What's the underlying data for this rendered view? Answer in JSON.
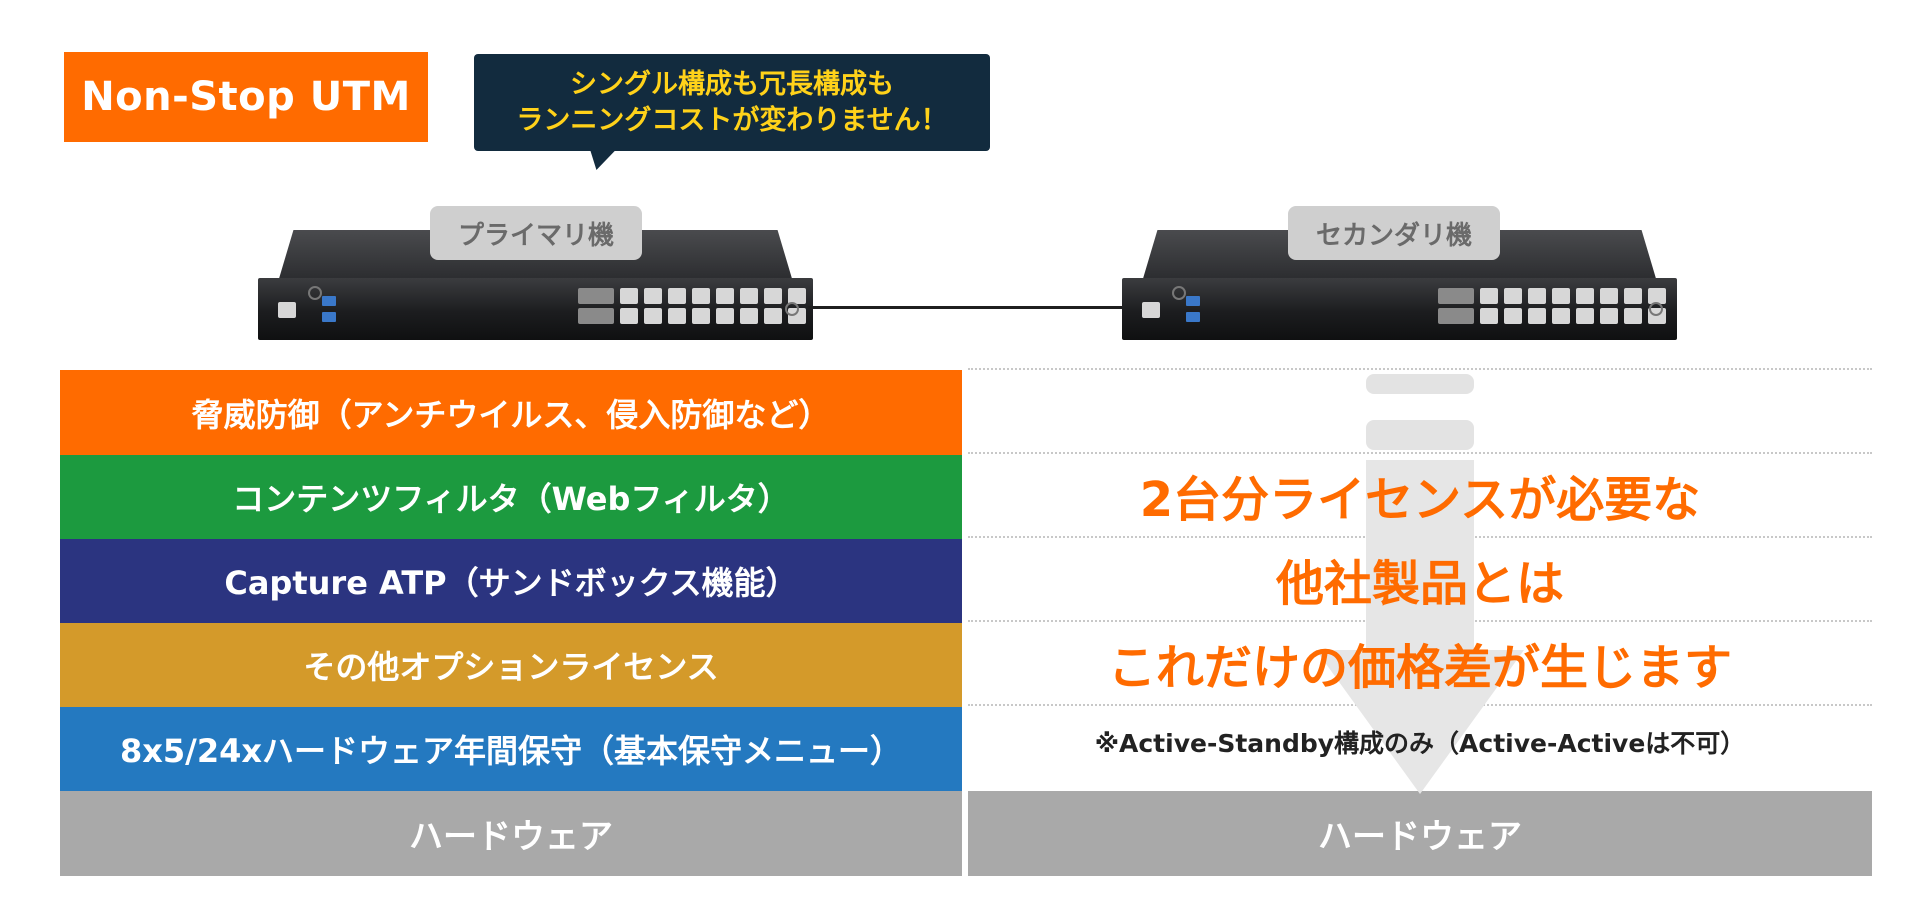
{
  "colors": {
    "orange": "#ff6b00",
    "green": "#1c9a3f",
    "navy": "#2b3480",
    "gold": "#d49a2a",
    "blue": "#2479c0",
    "gray": "#a9a9a9",
    "callout_bg": "#122b3e",
    "callout_text": "#ffd21a",
    "message": "#ff6b00"
  },
  "badge": {
    "label": "Non-Stop UTM"
  },
  "callout": {
    "line1": "シングル構成も冗長構成も",
    "line2": "ランニングコストが変わりません！"
  },
  "devices": {
    "primary_label": "プライマリ機",
    "secondary_label": "セカンダリ機"
  },
  "license_stack": [
    {
      "label": "脅威防御（アンチウイルス、侵入防御など）",
      "color": "orange"
    },
    {
      "label": "コンテンツフィルタ（Webフィルタ）",
      "color": "green"
    },
    {
      "label": "Capture ATP（サンドボックス機能）",
      "color": "navy"
    },
    {
      "label": "その他オプションライセンス",
      "color": "gold"
    },
    {
      "label": "8x5/24xハードウェア年間保守（基本保守メニュー）",
      "color": "blue"
    }
  ],
  "hardware": {
    "left_label": "ハードウェア",
    "right_label": "ハードウェア"
  },
  "message": {
    "line1": "2台分ライセンスが必要な",
    "line2": "他社製品とは",
    "line3": "これだけの価格差が生じます"
  },
  "note": "※Active-Standby構成のみ（Active-Activeは不可）"
}
